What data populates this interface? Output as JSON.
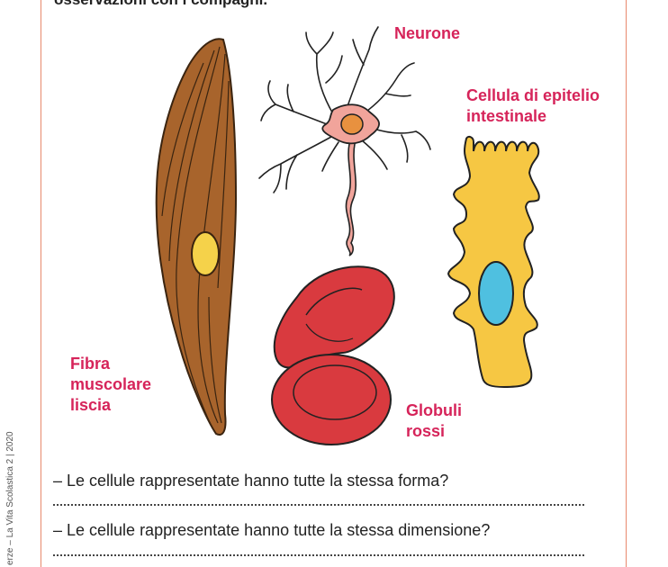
{
  "header": {
    "instruction_fragment": "osservazioni con i compagni."
  },
  "credit": "erze – La Vita Scolastica 2 | 2020",
  "labels": {
    "neuron": "Neurone",
    "epithelium_line1": "Cellula di epitelio",
    "epithelium_line2": "intestinale",
    "muscle_line1": "Fibra",
    "muscle_line2": "muscolare",
    "muscle_line3": "liscia",
    "blood_line1": "Globuli",
    "blood_line2": "rossi"
  },
  "questions": [
    "– Le cellule rappresentate hanno tutte la stessa forma?",
    "– Le cellule rappresentate hanno tutte la stessa dimensione?"
  ],
  "colors": {
    "label": "#d6245a",
    "muscle": "#a8642c",
    "muscle_nucleus": "#f5d24a",
    "neuron_body": "#f1a49b",
    "neuron_nucleus": "#e8913f",
    "epithelium": "#f6c743",
    "epithelium_nucleus": "#4fc0e0",
    "blood": "#d93a3f",
    "border": "#e8896d"
  },
  "icons": [
    "muscle-cell-icon",
    "neuron-cell-icon",
    "epithelial-cell-icon",
    "red-blood-cells-icon"
  ]
}
